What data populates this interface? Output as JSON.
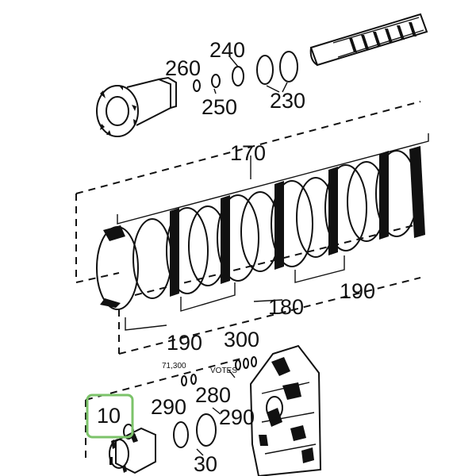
{
  "callouts": {
    "c240": "240",
    "c260": "260",
    "c250": "250",
    "c230": "230",
    "c170": "170",
    "c180": "180",
    "c190_right": "190",
    "c190_left": "190",
    "c300": "300",
    "c71300": "71,300",
    "c_votes": "VOTES",
    "c280": "280",
    "c290_left": "290",
    "c290_right": "290",
    "c10": "10",
    "c30": "30"
  },
  "highlight": {
    "part": "10",
    "color": "#7cc36a"
  }
}
